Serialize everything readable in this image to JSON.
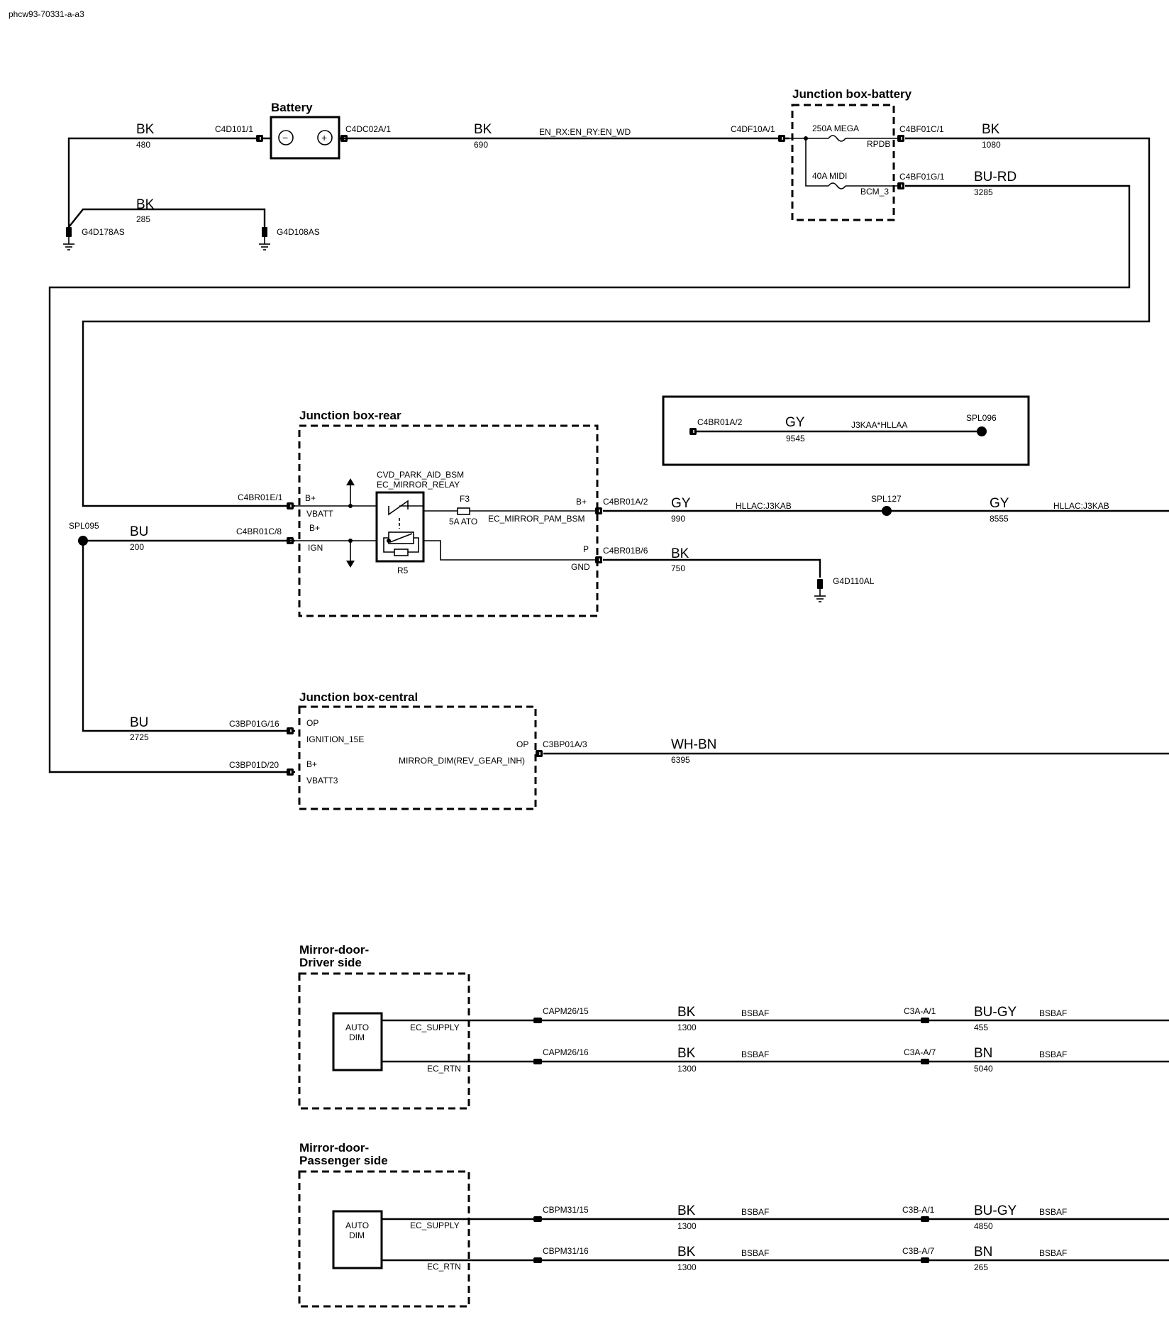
{
  "doc_id": "phcw93-70331-a-a3",
  "components": {
    "battery": {
      "title": "Battery",
      "minus": "−",
      "plus": "+"
    },
    "jb_battery": {
      "title": "Junction box-battery",
      "fuse1": "250A MEGA",
      "fuse1_out": "RPDB",
      "fuse2": "40A MIDI",
      "fuse2_out": "BCM_3"
    },
    "jb_rear": {
      "title": "Junction box-rear",
      "b_plus_1": "B+",
      "vbatt": "VBATT",
      "b_plus_2": "B+",
      "ign": "IGN",
      "relay_name": "CVD_PARK_AID_BSM",
      "relay_sub": "EC_MIRROR_RELAY",
      "relay_id": "R5",
      "fuse": "F3",
      "fuse_rating": "5A ATO",
      "out_bplus": "B+",
      "out_name": "EC_MIRROR_PAM_BSM",
      "p": "P",
      "gnd": "GND"
    },
    "jb_central": {
      "title": "Junction box-central",
      "op_in": "OP",
      "ign15e": "IGNITION_15E",
      "b_plus": "B+",
      "vbatt3": "VBATT3",
      "op_out": "OP",
      "mirror_dim": "MIRROR_DIM(REV_GEAR_INH)"
    },
    "mirror_driver": {
      "title1": "Mirror-door-",
      "title2": "Driver side",
      "auto": "AUTO",
      "dim": "DIM",
      "supply": "EC_SUPPLY",
      "rtn": "EC_RTN"
    },
    "mirror_pass": {
      "title1": "Mirror-door-",
      "title2": "Passenger side",
      "auto": "AUTO",
      "dim": "DIM",
      "supply": "EC_SUPPLY",
      "rtn": "EC_RTN"
    }
  },
  "legend": {
    "connector": "C4BR01A/2",
    "color": "GY",
    "num": "9545",
    "circuit": "J3KAA*HLLAA",
    "splice": "SPL096"
  },
  "connectors": {
    "c4d101": "C4D101/1",
    "c4dc02a": "C4DC02A/1",
    "c4df10a": "C4DF10A/1",
    "c4bf01c": "C4BF01C/1",
    "c4bf01g": "C4BF01G/1",
    "c4br01e": "C4BR01E/1",
    "c4br01c": "C4BR01C/8",
    "c4br01a": "C4BR01A/2",
    "c4br01b": "C4BR01B/6",
    "c3bp01g": "C3BP01G/16",
    "c3bp01d": "C3BP01D/20",
    "c3bp01a": "C3BP01A/3",
    "capm26_15": "CAPM26/15",
    "capm26_16": "CAPM26/16",
    "c3a_1": "C3A-A/1",
    "c3a_7": "C3A-A/7",
    "cbpm31_15": "CBPM31/15",
    "cbpm31_16": "CBPM31/16",
    "c3b_1": "C3B-A/1",
    "c3b_7": "C3B-A/7"
  },
  "grounds": {
    "g178": "G4D178AS",
    "g108": "G4D108AS",
    "g110": "G4D110AL"
  },
  "splices": {
    "spl095": "SPL095",
    "spl127": "SPL127"
  },
  "wires": {
    "w480": {
      "color": "BK",
      "num": "480"
    },
    "w285": {
      "color": "BK",
      "num": "285"
    },
    "w690": {
      "color": "BK",
      "num": "690",
      "circuit": "EN_RX:EN_RY:EN_WD"
    },
    "w1080": {
      "color": "BK",
      "num": "1080"
    },
    "w3285": {
      "color": "BU-RD",
      "num": "3285"
    },
    "w200": {
      "color": "BU",
      "num": "200"
    },
    "w990": {
      "color": "GY",
      "num": "990",
      "circuit": "HLLAC:J3KAB"
    },
    "w8555": {
      "color": "GY",
      "num": "8555",
      "circuit": "HLLAC:J3KAB"
    },
    "w750": {
      "color": "BK",
      "num": "750"
    },
    "w2725": {
      "color": "BU",
      "num": "2725"
    },
    "w6395": {
      "color": "WH-BN",
      "num": "6395"
    },
    "d1": {
      "color": "BK",
      "num": "1300",
      "circuit": "BSBAF"
    },
    "d2": {
      "color": "BU-GY",
      "num": "455",
      "circuit": "BSBAF"
    },
    "d3": {
      "color": "BK",
      "num": "1300",
      "circuit": "BSBAF"
    },
    "d4": {
      "color": "BN",
      "num": "5040",
      "circuit": "BSBAF"
    },
    "p1": {
      "color": "BK",
      "num": "1300",
      "circuit": "BSBAF"
    },
    "p2": {
      "color": "BU-GY",
      "num": "4850",
      "circuit": "BSBAF"
    },
    "p3": {
      "color": "BK",
      "num": "1300",
      "circuit": "BSBAF"
    },
    "p4": {
      "color": "BN",
      "num": "265",
      "circuit": "BSBAF"
    }
  }
}
